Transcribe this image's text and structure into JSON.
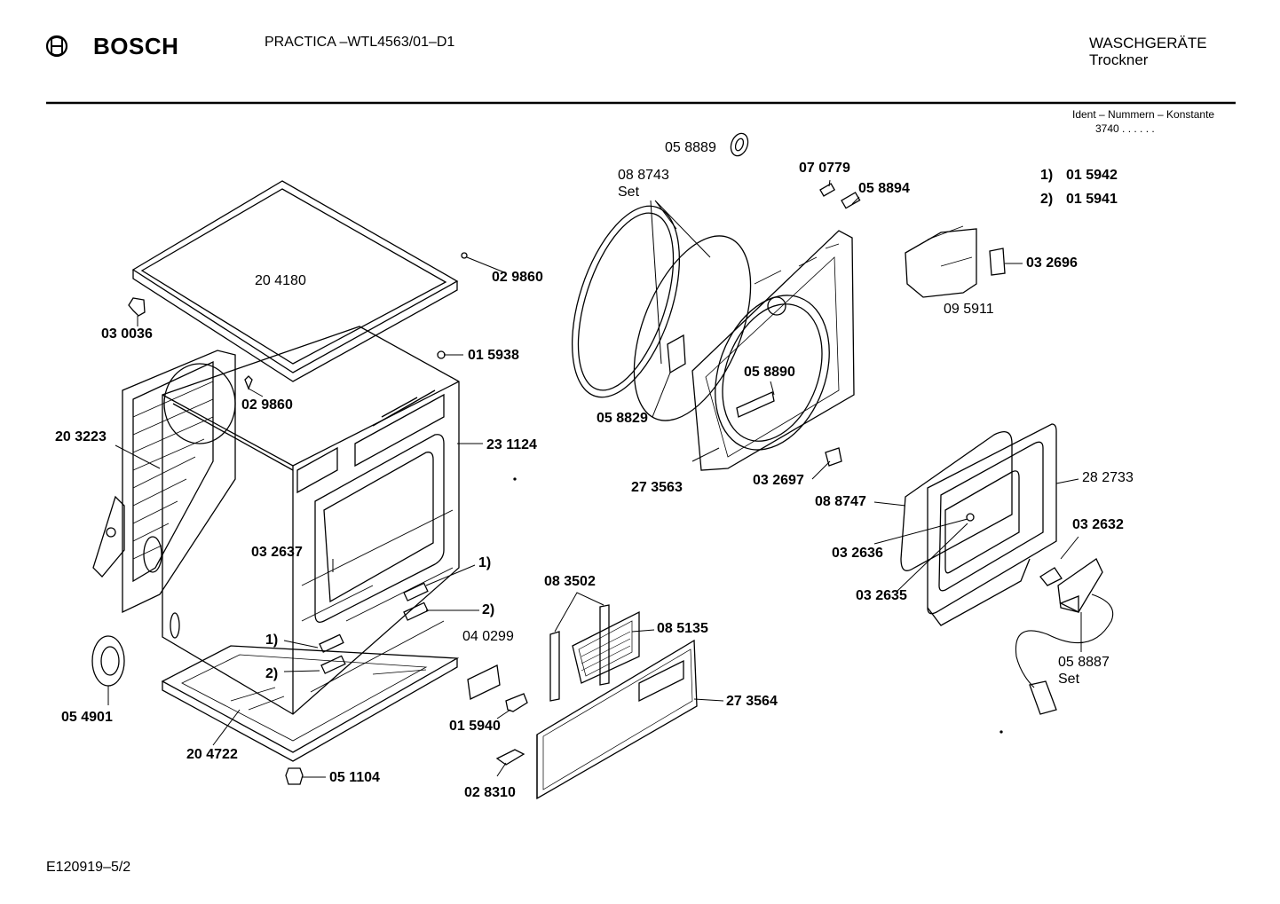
{
  "header": {
    "brand": "BOSCH",
    "model": "PRACTICA –WTL4563/01–D1",
    "category_line1": "WASCHGERÄTE",
    "category_line2": "Trockner",
    "ident_label": "Ident – Nummern – Konstante",
    "ident_value": "3740 .  .  .  .  .  ."
  },
  "footer": {
    "doc_id": "E120919–5/2"
  },
  "variants": [
    {
      "key": "1)",
      "part": "01 5942"
    },
    {
      "key": "2)",
      "part": "01 5941"
    }
  ],
  "parts": {
    "p204180": "20  4180",
    "p029860a": "02 9860",
    "p030036": "03 0036",
    "p015938": "01 5938",
    "p029860b": "02 9860",
    "p203223": "20 3223",
    "p231124": "23 1124",
    "p032637": "03 2637",
    "key1a": "1)",
    "key2a": "2)",
    "key1b": "1)",
    "key2b": "2)",
    "p054901": "05 4901",
    "p204722": "20 4722",
    "p051104": "05 1104",
    "p040299": "04 0299",
    "p015940": "01 5940",
    "p028310": "02 8310",
    "p083502": "08 3502",
    "p085135": "08 5135",
    "p273564": "27 3564",
    "p058889": "05 8889",
    "p088743": "08 8743",
    "p088743set": "Set",
    "p070779": "07 0779",
    "p058894": "05 8894",
    "p058890": "05 8890",
    "p058829": "05 8829",
    "p273563": "27 3563",
    "p032697": "03 2697",
    "p032696": "03 2696",
    "p095911": "09 5911",
    "p282733": "28 2733",
    "p088747": "08 8747",
    "p032632": "03 2632",
    "p032636": "03 2636",
    "p032635": "03 2635",
    "p058887": "05 8887",
    "p058887set": "Set"
  }
}
